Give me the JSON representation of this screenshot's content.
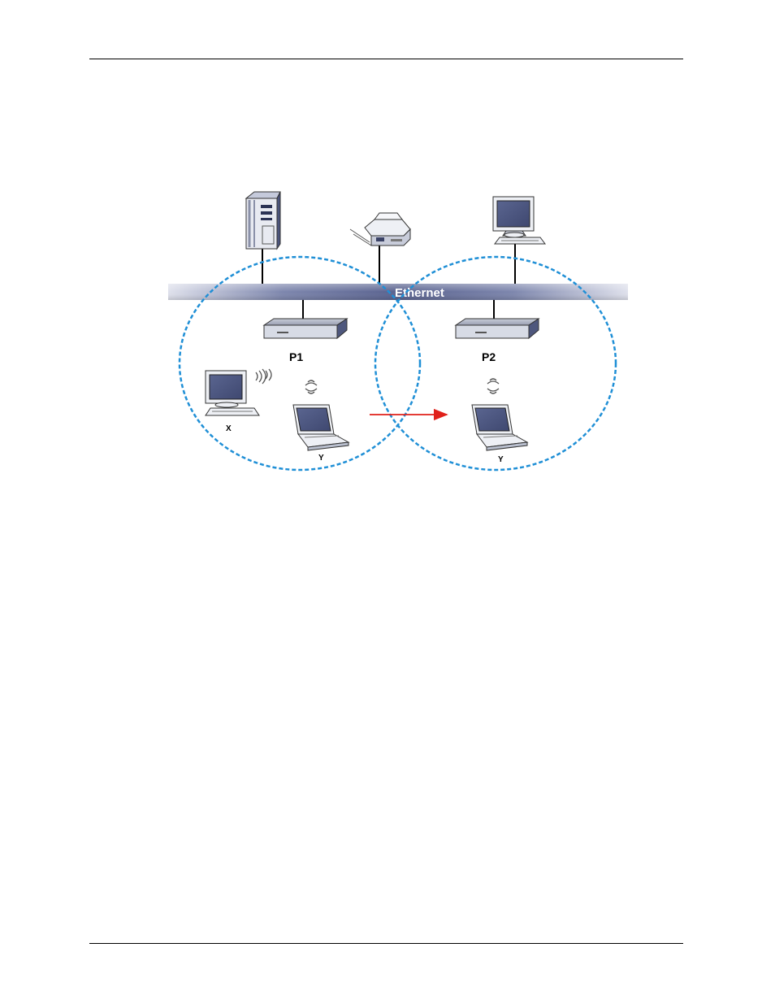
{
  "diagram": {
    "backbone_label": "Ethernet",
    "access_points": [
      {
        "label": "P1"
      },
      {
        "label": "P2"
      }
    ],
    "clients": [
      {
        "label": "X"
      },
      {
        "label": "Y"
      },
      {
        "label": "Y"
      }
    ],
    "colors": {
      "coverage_circle": "#1f8fd6",
      "roaming_arrow": "#e0201a",
      "backbone": "#5b6596"
    },
    "icons": [
      "server-tower-icon",
      "printer-icon",
      "desktop-computer-icon",
      "access-point-icon",
      "laptop-icon",
      "wireless-signal-icon"
    ]
  }
}
